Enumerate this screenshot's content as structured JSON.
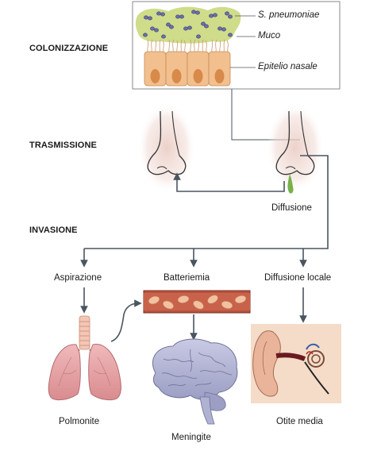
{
  "sections": {
    "colonization": "COLONIZZAZIONE",
    "transmission": "TRASMISSIONE",
    "invasion": "INVASIONE"
  },
  "inset_labels": {
    "bacteria": "S. pneumoniae",
    "mucus": "Muco",
    "epithelium": "Epitelio nasale"
  },
  "labels": {
    "spread": "Diffusione",
    "aspiration": "Aspirazione",
    "bacteremia": "Batteriemia",
    "local_spread": "Diffusione locale",
    "pneumonia": "Polmonite",
    "meningitis": "Meningite",
    "otitis": "Otite media"
  },
  "icons": {
    "nose_left": "nose-icon",
    "nose_right": "nose-with-drip-icon",
    "lungs": "lungs-icon",
    "vessel": "blood-vessel-icon",
    "brain": "brain-icon",
    "ear": "ear-icon"
  },
  "colors": {
    "arrow": "#4a5560",
    "mucus": "#cfdc8a",
    "epithelium": "#f2c08e",
    "nucleus": "#d88a4a",
    "bacteria": "#6c6fa8",
    "lungs": "#e6a3a5",
    "vessel": "#b8533f",
    "rbc": "#f2c2a0",
    "brain": "#b7b8d6",
    "ear_bg": "#f4dcc8",
    "drip": "#78b04a"
  }
}
